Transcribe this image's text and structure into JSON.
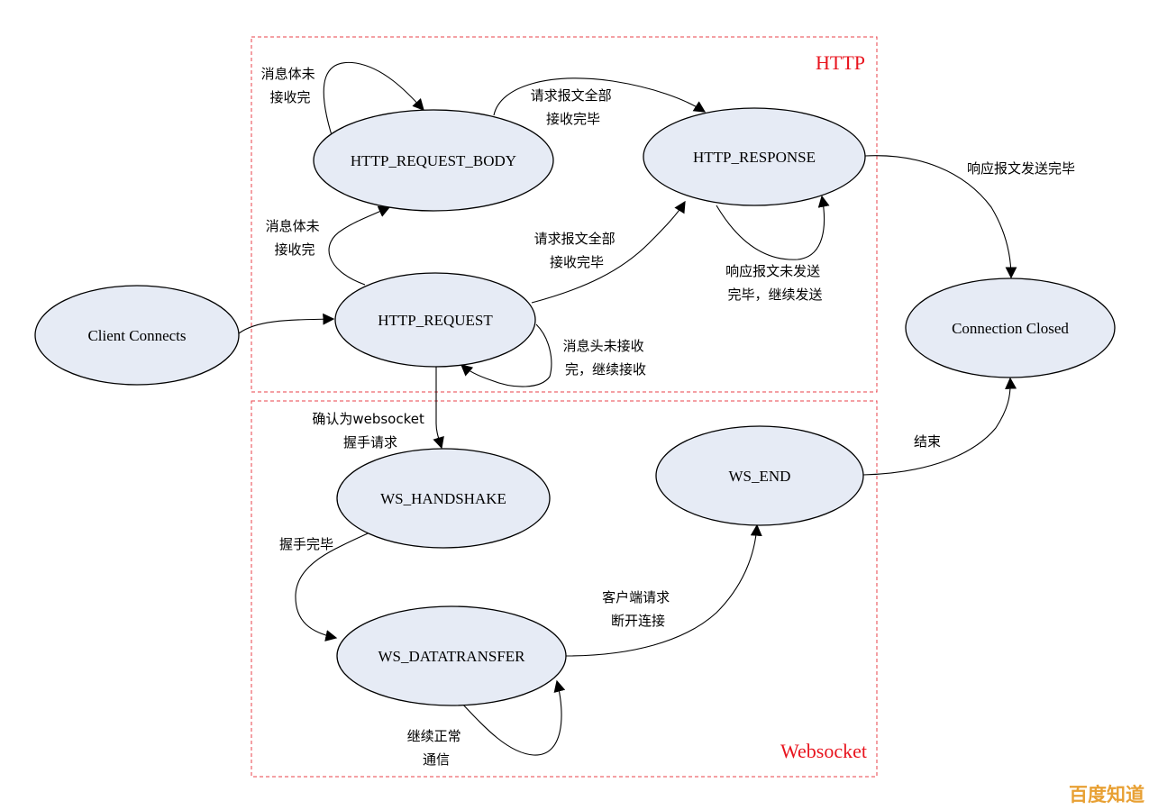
{
  "groups": {
    "http": {
      "title": "HTTP"
    },
    "websocket": {
      "title": "Websocket"
    }
  },
  "nodes": {
    "client_connects": "Client Connects",
    "http_request": "HTTP_REQUEST",
    "http_request_body": "HTTP_REQUEST_BODY",
    "http_response": "HTTP_RESPONSE",
    "connection_closed": "Connection Closed",
    "ws_handshake": "WS_HANDSHAKE",
    "ws_datatransfer": "WS_DATATRANSFER",
    "ws_end": "WS_END"
  },
  "edges": {
    "body_self": [
      "消息体未",
      "接收完"
    ],
    "body_to_response": [
      "请求报文全部",
      "接收完毕"
    ],
    "request_to_body": [
      "消息体未",
      "接收完"
    ],
    "request_to_response": [
      "请求报文全部",
      "接收完毕"
    ],
    "response_self": [
      "响应报文未发送",
      "完毕，继续发送"
    ],
    "response_to_closed": [
      "响应报文发送完毕"
    ],
    "request_self": [
      "消息头未接收",
      "完，继续接收"
    ],
    "request_to_handshake": [
      "确认为websocket",
      "握手请求"
    ],
    "handshake_to_transfer": [
      "握手完毕"
    ],
    "transfer_to_end": [
      "客户端请求",
      "断开连接"
    ],
    "transfer_self": [
      "继续正常",
      "通信"
    ],
    "end_to_closed": [
      "结束"
    ]
  },
  "watermark": "百度知道",
  "colors": {
    "node_fill": "#e6ebf5",
    "group_border": "#e8414a",
    "group_title": "#e8141e",
    "watermark": "#e8a033"
  }
}
